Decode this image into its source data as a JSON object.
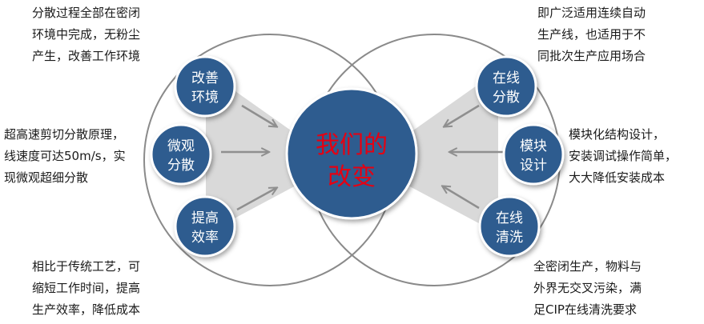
{
  "center": {
    "line1": "我们的",
    "line2": "改变"
  },
  "nodes": {
    "gaishan": {
      "line1": "改善",
      "line2": "环境"
    },
    "weiguan": {
      "line1": "微观",
      "line2": "分散"
    },
    "tigao": {
      "line1": "提高",
      "line2": "效率"
    },
    "zaixian_fensan": {
      "line1": "在线",
      "line2": "分散"
    },
    "mokuai": {
      "line1": "模块",
      "line2": "设计"
    },
    "zaixian_qingxi": {
      "line1": "在线",
      "line2": "清洗"
    }
  },
  "descriptions": {
    "gaishan": "分散过程全部在密闭\n环境中完成，无粉尘\n产生，改善工作环境",
    "weiguan": "超高速剪切分散原理，\n线速度可达50m/s，实\n现微观超细分散",
    "tigao": "相比于传统工艺，可\n缩短工作时间，提高\n生产效率，降低成本",
    "zaixian_fensan": "即广泛适用连续自动\n生产线，也适用于不\n同批次生产应用场合",
    "mokuai": "模块化结构设计，\n安装调试操作简单，\n大大降低安装成本",
    "zaixian_qingxi": "全密闭生产，物料与\n外界无交叉污染，满\n足CIP在线清洗要求"
  },
  "colors": {
    "node_fill": "#2f5b8f",
    "node_border": "#ffffff",
    "ring": "#8a8a8a",
    "wedge": "#d9d9d9",
    "arrow": "#8f8f8f",
    "center_text": "#e60012",
    "node_text": "#ffffff",
    "desc_text": "#1a1a1a"
  }
}
